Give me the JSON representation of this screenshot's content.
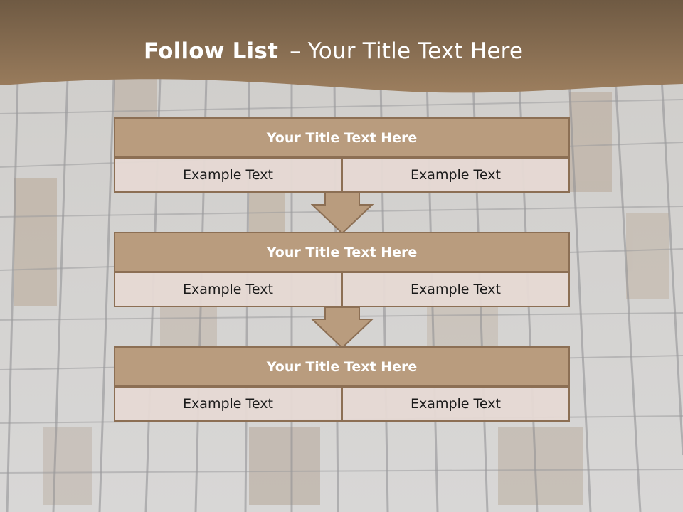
{
  "slide": {
    "title_bold": "Follow List",
    "title_dash": "–",
    "title_rest": "Your Title Text Here"
  },
  "blocks": [
    {
      "title": "Your Title Text Here",
      "left_text": "Example Text",
      "right_text": "Example Text"
    },
    {
      "title": "Your Title Text Here",
      "left_text": "Example Text",
      "right_text": "Example Text"
    },
    {
      "title": "Your Title Text Here",
      "left_text": "Example Text",
      "right_text": "Example Text"
    }
  ],
  "colors": {
    "banner": "#8a6b4b",
    "block_title_fill": "#b99c7e",
    "block_border": "#8c6f54",
    "cell_fill": "#e5d9d3",
    "arrow_fill": "#b99c7e"
  }
}
